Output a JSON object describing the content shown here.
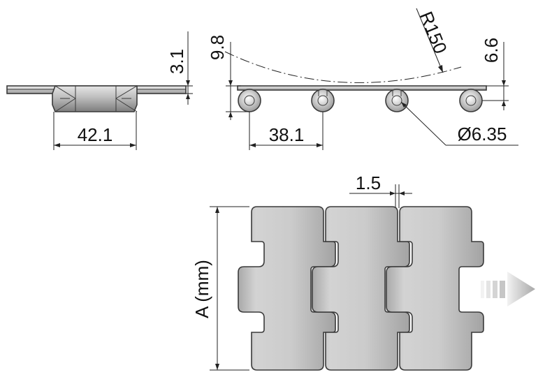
{
  "dimensions": {
    "thickness": "3.1",
    "width_side": "42.1",
    "height": "9.8",
    "radius": "R150",
    "pin_height": "6.6",
    "pitch": "38.1",
    "pin_diameter": "Ø6.35",
    "gap": "1.5",
    "width_a": "A (mm)"
  },
  "colors": {
    "plate_fill": "#c9c9c9",
    "plate_edge": "#8e8e8e",
    "outline": "#3a3a3a",
    "arrow_light": "#ececec",
    "arrow_dark": "#b0b0b0"
  },
  "icons": {
    "direction": "direction-arrow-icon"
  }
}
